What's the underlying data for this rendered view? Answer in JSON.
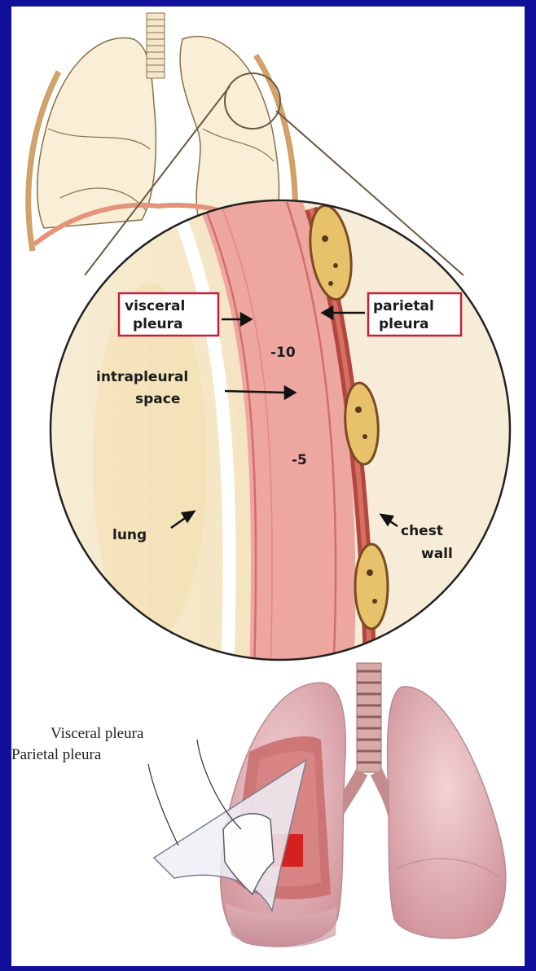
{
  "top_diagram": {
    "labels": {
      "visceral_line1": "visceral",
      "visceral_line2": "pleura",
      "parietal_line1": "parietal",
      "parietal_line2": "pleura",
      "intrapleural_line1": "intrapleural",
      "intrapleural_line2": "space",
      "lung": "lung",
      "chest_line1": "chest",
      "chest_line2": "wall"
    },
    "pressures": {
      "upper": "-10",
      "lower": "-5"
    }
  },
  "bottom_diagram": {
    "labels": {
      "visceral": "Visceral pleura",
      "parietal": "Parietal pleura"
    }
  },
  "colors": {
    "background": "#10109a",
    "label_box_border": "#c0203a",
    "pleural_band": "#eea6a0",
    "lung_tissue": "#f6ead0",
    "bone": "#e7c26a"
  }
}
